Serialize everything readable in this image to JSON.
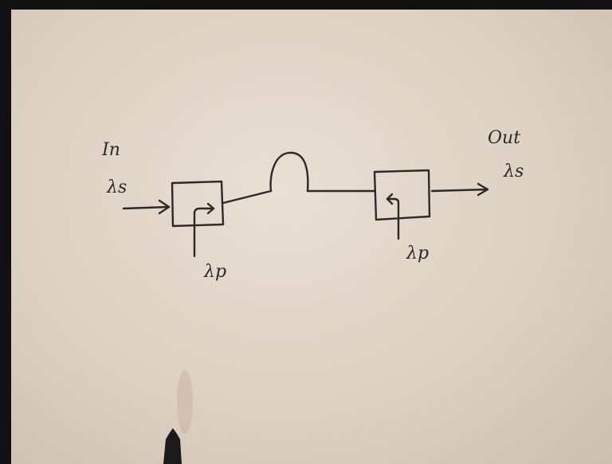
{
  "diagram": {
    "input_label": "In",
    "input_signal": "λs",
    "output_label": "Out",
    "output_signal": "λs",
    "pump_left": "λp",
    "pump_right": "λp"
  },
  "colors": {
    "paper": "#e2d7ca",
    "ink": "#2a2a2a",
    "border": "#111111"
  }
}
